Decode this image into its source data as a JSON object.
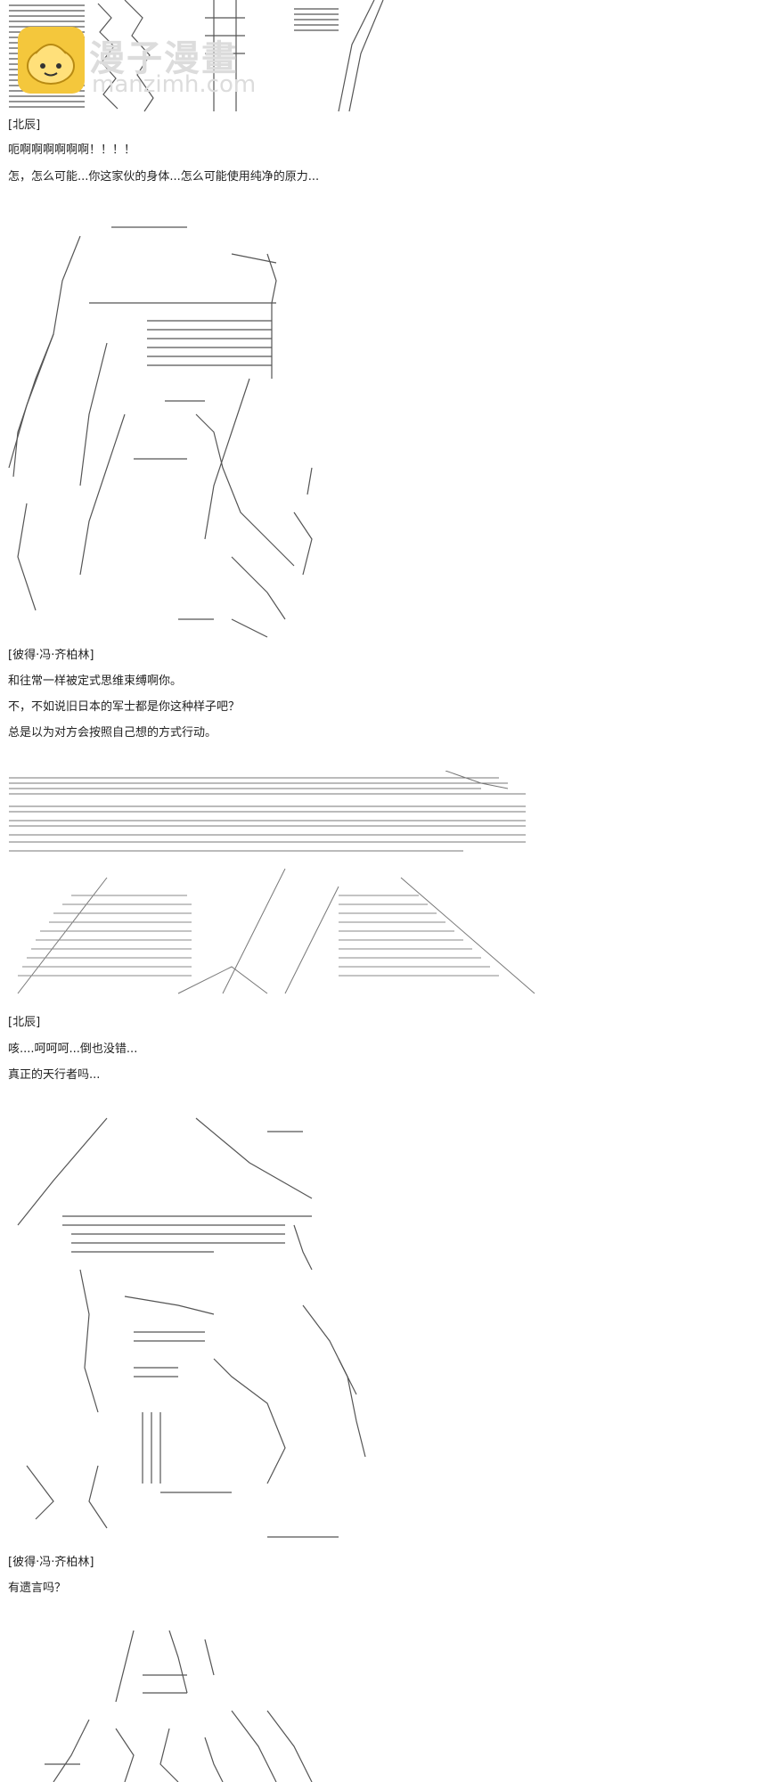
{
  "watermark": {
    "name": "漫子漫畫",
    "url": "manzimh.com"
  },
  "dialogue": [
    {
      "speaker": "[北辰]",
      "lines": [
        "呃啊啊啊啊啊啊！！！！",
        "怎，怎么可能...你这家伙的身体...怎么可能使用纯净的原力..."
      ]
    },
    {
      "speaker": "[彼得·冯·齐柏林]",
      "lines": [
        "和往常一样被定式思维束缚啊你。",
        "不，不如说旧日本的军士都是你这种样子吧？",
        "总是以为对方会按照自己想的方式行动。"
      ]
    },
    {
      "speaker": "[北辰]",
      "lines": [
        "咳....呵呵呵...倒也没错...",
        "真正的天行者吗..."
      ]
    },
    {
      "speaker": "[彼得·冯·齐柏林]",
      "lines": [
        "有遗言吗？"
      ]
    }
  ]
}
